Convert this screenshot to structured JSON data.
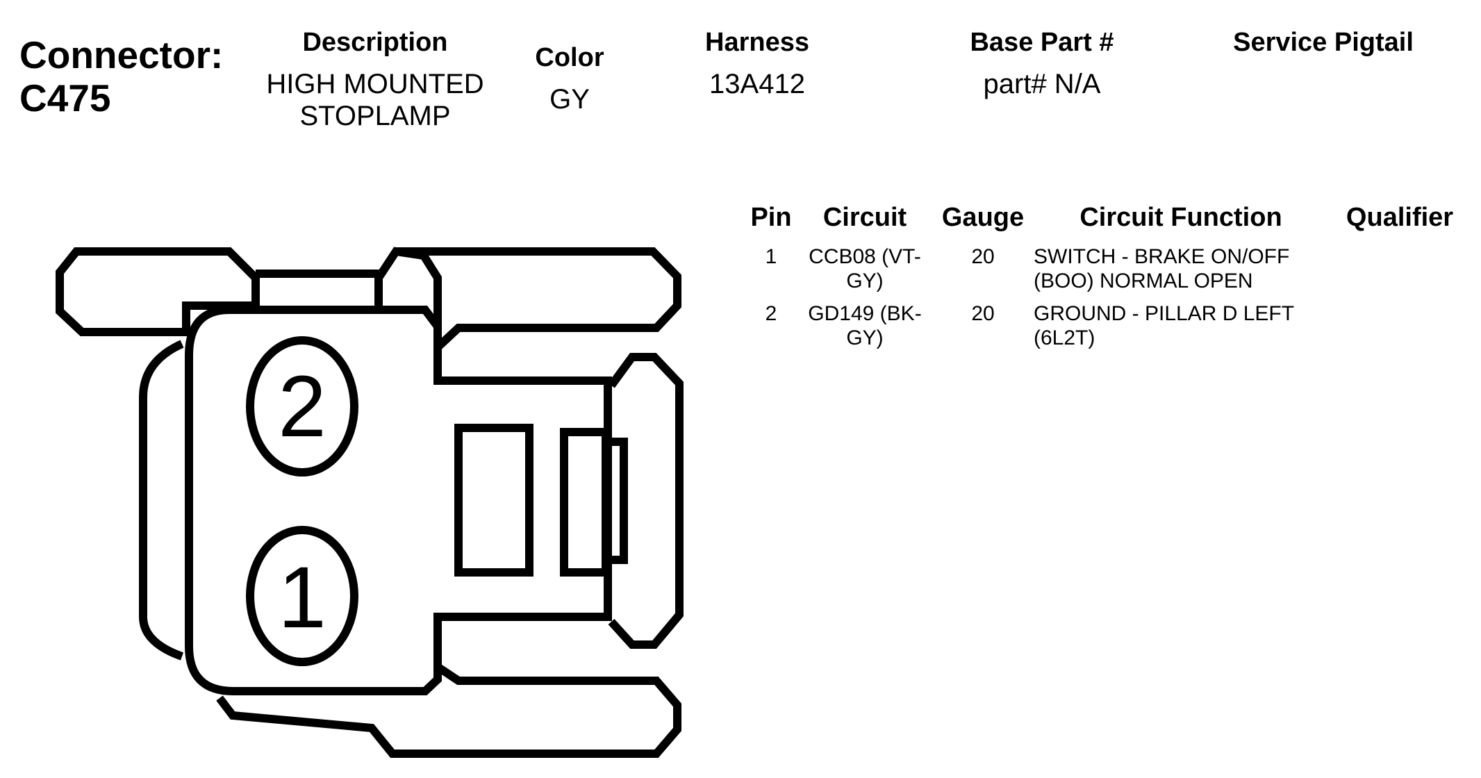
{
  "connector": {
    "label": "Connector:",
    "id": "C475"
  },
  "headers": {
    "description": "Description",
    "color": "Color",
    "harness": "Harness",
    "base_part": "Base Part #",
    "service_pigtail": "Service Pigtail"
  },
  "values": {
    "description_line1": "HIGH MOUNTED",
    "description_line2": "STOPLAMP",
    "color": "GY",
    "harness": "13A412",
    "base_part": "part# N/A",
    "service_pigtail": ""
  },
  "pin_table": {
    "headers": {
      "pin": "Pin",
      "circuit": "Circuit",
      "gauge": "Gauge",
      "circuit_function": "Circuit Function",
      "qualifier": "Qualifier"
    },
    "rows": [
      {
        "pin": "1",
        "circuit_line1": "CCB08 (VT-",
        "circuit_line2": "GY)",
        "gauge": "20",
        "function_line1": "SWITCH - BRAKE ON/OFF",
        "function_line2": "(BOO) NORMAL OPEN",
        "qualifier": ""
      },
      {
        "pin": "2",
        "circuit_line1": "GD149 (BK-",
        "circuit_line2": "GY)",
        "gauge": "20",
        "function_line1": "GROUND - PILLAR D LEFT",
        "function_line2": "(6L2T)",
        "qualifier": ""
      }
    ]
  },
  "diagram": {
    "pin_labels": [
      "2",
      "1"
    ]
  },
  "colors": {
    "line": "#000000",
    "background": "#ffffff"
  }
}
